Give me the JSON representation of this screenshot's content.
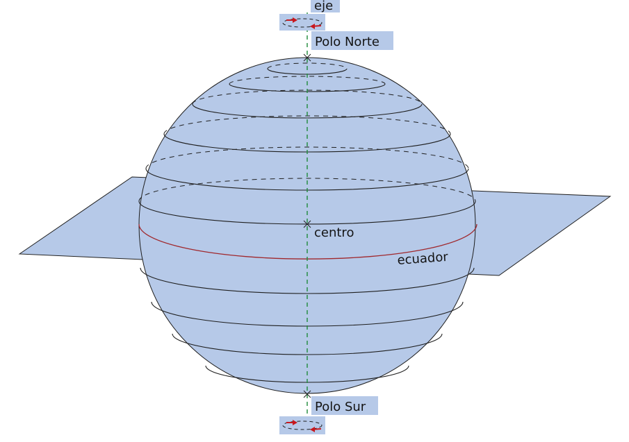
{
  "labels": {
    "axis": "eje",
    "north_pole": "Polo Norte",
    "center": "centro",
    "equator": "ecuador",
    "south_pole": "Polo Sur"
  },
  "colors": {
    "fill": "#b6c9e8",
    "stroke": "#1e1e1e",
    "axis_line": "#1e8a3a",
    "equator": "#a0282d",
    "arrow": "#c8181e",
    "background": "#ffffff"
  }
}
